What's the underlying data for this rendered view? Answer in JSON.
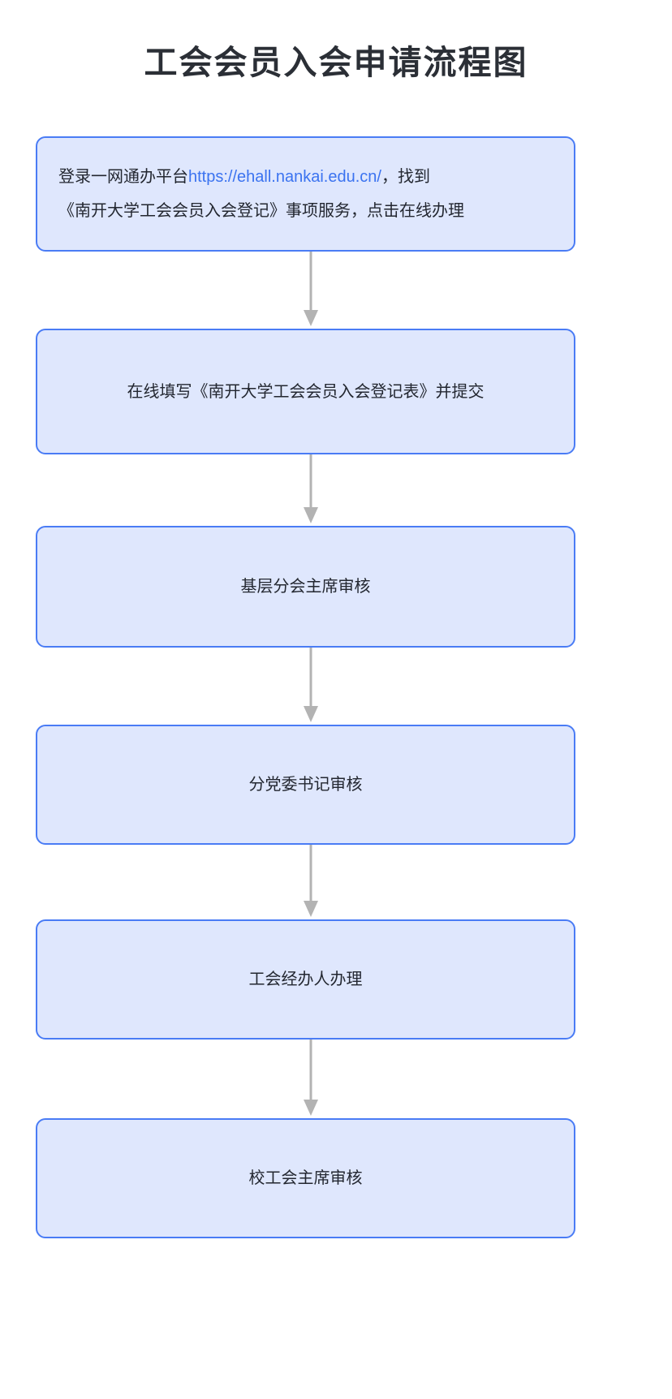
{
  "title": "工会会员入会申请流程图",
  "theme": {
    "page_background": "#ffffff",
    "node_fill": "#dfe7fd",
    "node_border": "#4a7cf5",
    "node_text": "#232730",
    "title_text": "#2b2f36",
    "link_color": "#3b73f0",
    "arrow_color": "#b3b3b3"
  },
  "nodes": [
    {
      "id": "node-1",
      "lines": [
        {
          "prefix": "登录一网通办平台",
          "link": "https://ehall.nankai.edu.cn/",
          "suffix": "，找到"
        },
        {
          "prefix": "《南开大学工会会员入会登记》事项服务，点击在线办理",
          "link": "",
          "suffix": ""
        }
      ],
      "label": "登录一网通办平台https://ehall.nankai.edu.cn/，找到《南开大学工会会员入会登记》事项服务，点击在线办理"
    },
    {
      "id": "node-2",
      "label": "在线填写《南开大学工会会员入会登记表》并提交"
    },
    {
      "id": "node-3",
      "label": "基层分会主席审核"
    },
    {
      "id": "node-4",
      "label": "分党委书记审核"
    },
    {
      "id": "node-5",
      "label": "工会经办人办理"
    },
    {
      "id": "node-6",
      "label": "校工会主席审核"
    }
  ],
  "connectors": [
    {
      "id": "arrow-1",
      "from": "node-1",
      "to": "node-2",
      "direction": "down"
    },
    {
      "id": "arrow-2",
      "from": "node-2",
      "to": "node-3",
      "direction": "down"
    },
    {
      "id": "arrow-3",
      "from": "node-3",
      "to": "node-4",
      "direction": "down"
    },
    {
      "id": "arrow-4",
      "from": "node-4",
      "to": "node-5",
      "direction": "down"
    },
    {
      "id": "arrow-5",
      "from": "node-5",
      "to": "node-6",
      "direction": "down"
    }
  ]
}
